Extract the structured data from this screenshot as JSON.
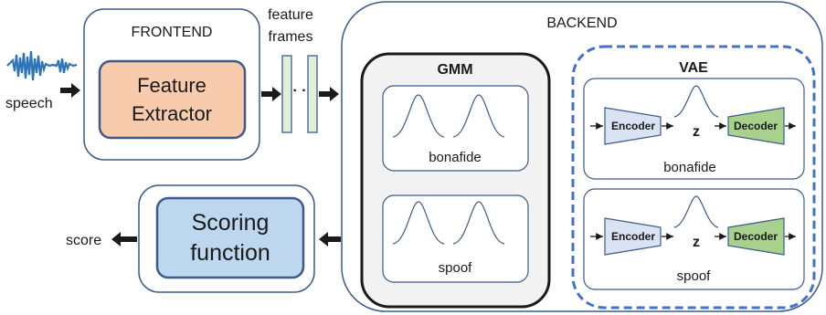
{
  "input": {
    "label": "speech"
  },
  "frontend": {
    "title": "FRONTEND",
    "extractor_line1": "Feature",
    "extractor_line2": "Extractor"
  },
  "features": {
    "label_line1": "feature",
    "label_line2": "frames",
    "dots": "·  ·"
  },
  "backend": {
    "title": "BACKEND",
    "gmm": {
      "title": "GMM",
      "panels": [
        {
          "label": "bonafide"
        },
        {
          "label": "spoof"
        }
      ]
    },
    "vae": {
      "title": "VAE",
      "encoder_label": "Encoder",
      "decoder_label": "Decoder",
      "latent_label": "z",
      "panels": [
        {
          "label": "bonafide"
        },
        {
          "label": "spoof"
        }
      ]
    }
  },
  "scoring": {
    "line1": "Scoring",
    "line2": "function"
  },
  "output": {
    "label": "score"
  },
  "colors": {
    "box_border": "#3d5a8a",
    "extractor_fill": "#f8cbad",
    "scoring_fill": "#bdd7ee",
    "frame_fill": "#e2efda",
    "encoder_fill": "#dae3f3",
    "decoder_fill": "#a9d18e",
    "gmm_fill": "#f2f2f2",
    "vae_border": "#4472c4",
    "waveform": "#2e75b6"
  }
}
